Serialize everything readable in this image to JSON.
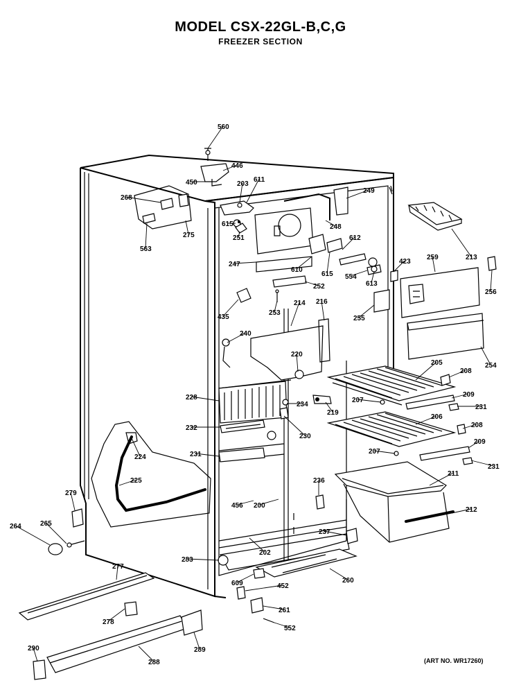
{
  "header": {
    "title": "MODEL CSX-22GL-B,C,G",
    "subtitle": "FREEZER SECTION"
  },
  "footer": {
    "art_no": "(ART NO. WR17260)"
  },
  "parts": [
    {
      "id": "p560",
      "label": "560"
    },
    {
      "id": "p446",
      "label": "446"
    },
    {
      "id": "p450",
      "label": "450"
    },
    {
      "id": "p203",
      "label": "203"
    },
    {
      "id": "p611",
      "label": "611"
    },
    {
      "id": "p249",
      "label": "249"
    },
    {
      "id": "p268",
      "label": "268"
    },
    {
      "id": "p615a",
      "label": "615"
    },
    {
      "id": "p251",
      "label": "251"
    },
    {
      "id": "p275",
      "label": "275"
    },
    {
      "id": "p563",
      "label": "563"
    },
    {
      "id": "p248",
      "label": "248"
    },
    {
      "id": "p612",
      "label": "612"
    },
    {
      "id": "p213",
      "label": "213"
    },
    {
      "id": "p247",
      "label": "247"
    },
    {
      "id": "p610",
      "label": "610"
    },
    {
      "id": "p615b",
      "label": "615"
    },
    {
      "id": "p554",
      "label": "554"
    },
    {
      "id": "p613",
      "label": "613"
    },
    {
      "id": "p423",
      "label": "423"
    },
    {
      "id": "p259",
      "label": "259"
    },
    {
      "id": "p256",
      "label": "256"
    },
    {
      "id": "p252",
      "label": "252"
    },
    {
      "id": "p435",
      "label": "435"
    },
    {
      "id": "p253",
      "label": "253"
    },
    {
      "id": "p214",
      "label": "214"
    },
    {
      "id": "p216",
      "label": "216"
    },
    {
      "id": "p255",
      "label": "255"
    },
    {
      "id": "p240",
      "label": "240"
    },
    {
      "id": "p220",
      "label": "220"
    },
    {
      "id": "p254",
      "label": "254"
    },
    {
      "id": "p205",
      "label": "205"
    },
    {
      "id": "p208a",
      "label": "208"
    },
    {
      "id": "p228",
      "label": "228"
    },
    {
      "id": "p234",
      "label": "234"
    },
    {
      "id": "p207a",
      "label": "207"
    },
    {
      "id": "p209a",
      "label": "209"
    },
    {
      "id": "p219",
      "label": "219"
    },
    {
      "id": "p231a",
      "label": "231"
    },
    {
      "id": "p206",
      "label": "206"
    },
    {
      "id": "p232",
      "label": "232"
    },
    {
      "id": "p208b",
      "label": "208"
    },
    {
      "id": "p230",
      "label": "230"
    },
    {
      "id": "p224",
      "label": "224"
    },
    {
      "id": "p209b",
      "label": "209"
    },
    {
      "id": "p231b",
      "label": "231"
    },
    {
      "id": "p207b",
      "label": "207"
    },
    {
      "id": "p231c",
      "label": "231"
    },
    {
      "id": "p211",
      "label": "211"
    },
    {
      "id": "p225",
      "label": "225"
    },
    {
      "id": "p236",
      "label": "236"
    },
    {
      "id": "p279",
      "label": "279"
    },
    {
      "id": "p456",
      "label": "456"
    },
    {
      "id": "p200",
      "label": "200"
    },
    {
      "id": "p212",
      "label": "212"
    },
    {
      "id": "p265",
      "label": "265"
    },
    {
      "id": "p264",
      "label": "264"
    },
    {
      "id": "p237",
      "label": "237"
    },
    {
      "id": "p202",
      "label": "202"
    },
    {
      "id": "p283",
      "label": "283"
    },
    {
      "id": "p277",
      "label": "277"
    },
    {
      "id": "p260",
      "label": "260"
    },
    {
      "id": "p609",
      "label": "609"
    },
    {
      "id": "p452",
      "label": "452"
    },
    {
      "id": "p278",
      "label": "278"
    },
    {
      "id": "p261",
      "label": "261"
    },
    {
      "id": "p552",
      "label": "552"
    },
    {
      "id": "p289",
      "label": "289"
    },
    {
      "id": "p290",
      "label": "290"
    },
    {
      "id": "p288",
      "label": "288"
    }
  ]
}
